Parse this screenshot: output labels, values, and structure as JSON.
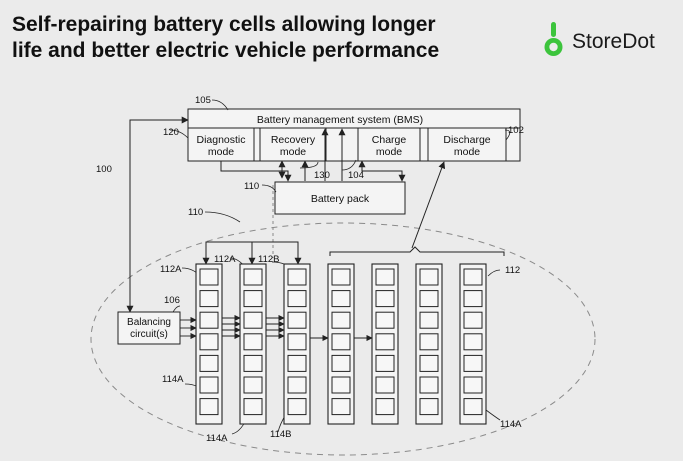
{
  "headline": {
    "line1": "Self-repairing battery cells allowing longer",
    "line2": "life and better electric vehicle performance"
  },
  "brand": {
    "name": "StoreDot",
    "accent_color": "#3cc43c",
    "icon": "storedot-logo-icon"
  },
  "diagram": {
    "bms": {
      "label": "Battery management system (BMS)",
      "ref": "105"
    },
    "modes": [
      {
        "line1": "Diagnostic",
        "line2": "mode",
        "ref": "120"
      },
      {
        "line1": "Recovery",
        "line2": "mode",
        "ref": "130"
      },
      {
        "line1": "Charge",
        "line2": "mode",
        "ref": "104"
      },
      {
        "line1": "Discharge",
        "line2": "mode",
        "ref": "102"
      }
    ],
    "battery_pack": {
      "label": "Battery pack",
      "ref": "110"
    },
    "balancing": {
      "line1": "Balancing",
      "line2": "circuit(s)",
      "ref": "106"
    },
    "refs": {
      "system": "100",
      "pack_region": "110",
      "cell_top_left": "112A",
      "cell_top_a": "112A",
      "cell_top_b": "112B",
      "cell_right": "112",
      "sub_left": "114A",
      "sub_bottom_a": "114A",
      "sub_bottom_b": "114B",
      "sub_right": "114A"
    },
    "cells_per_column": 7,
    "column_count": 7
  }
}
